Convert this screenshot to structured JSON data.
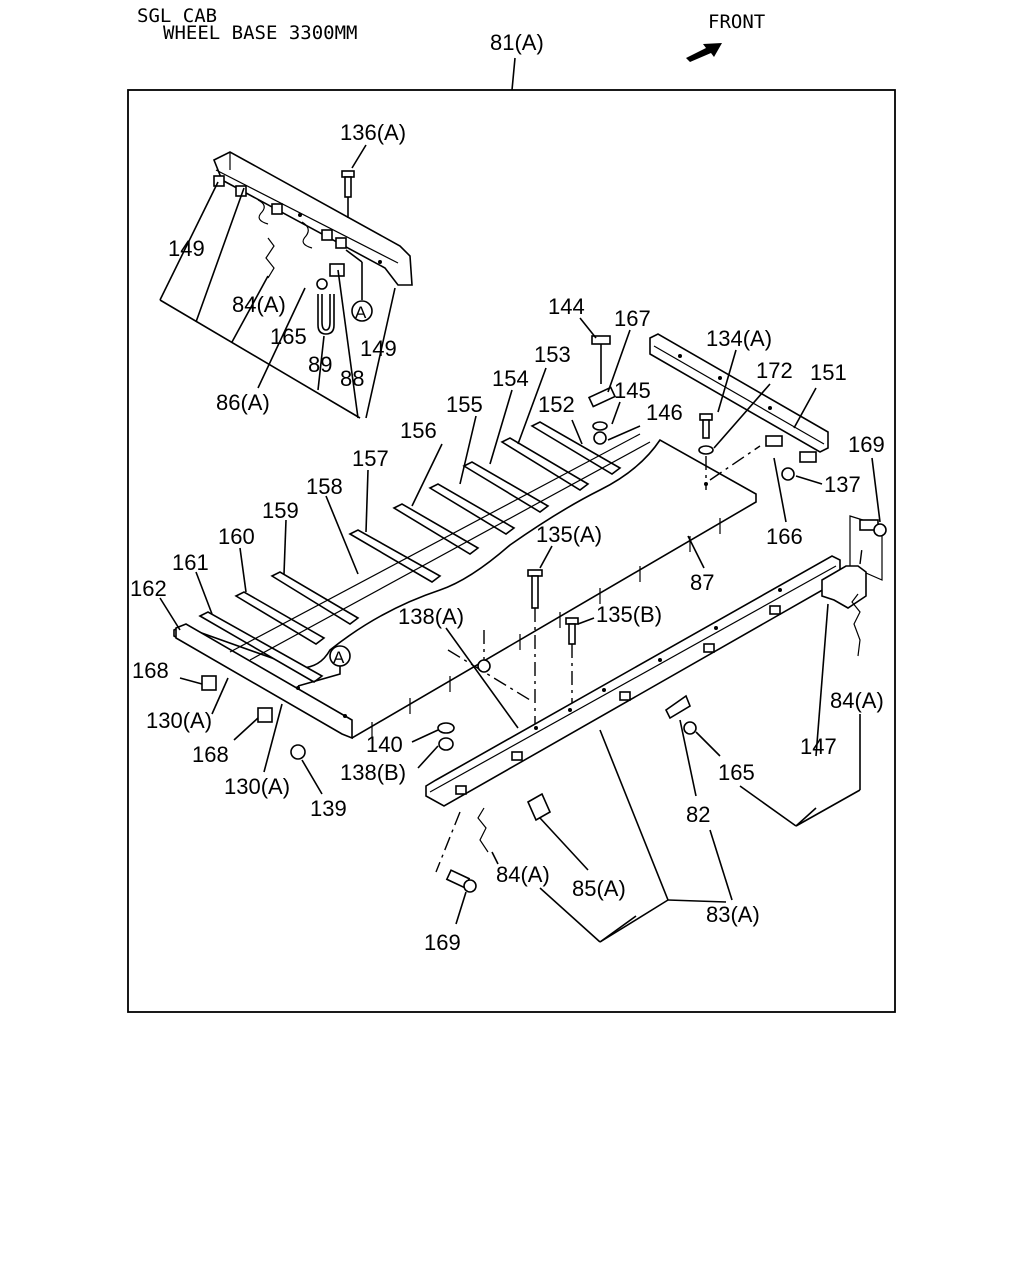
{
  "header": {
    "cab": "SGL CAB",
    "wheelbase": "WHEEL BASE 3300MM",
    "front": "FRONT",
    "assembly": "81(A)"
  },
  "callouts": {
    "c136a": "136(A)",
    "c149a": "149",
    "c149b": "149",
    "c84a_top": "84(A)",
    "c165_top": "165",
    "c89": "89",
    "c88": "88",
    "c86a": "86(A)",
    "circleA_top": "A",
    "c144": "144",
    "c167": "167",
    "c153": "153",
    "c145": "145",
    "c154": "154",
    "c152": "152",
    "c146": "146",
    "c155": "155",
    "c156": "156",
    "c157": "157",
    "c158": "158",
    "c159": "159",
    "c160": "160",
    "c161": "161",
    "c162": "162",
    "c134a": "134(A)",
    "c172": "172",
    "c151": "151",
    "c169_right": "169",
    "c137": "137",
    "c166": "166",
    "c87": "87",
    "c135a": "135(A)",
    "c135b": "135(B)",
    "c138a": "138(A)",
    "c138b": "138(B)",
    "c140": "140",
    "c139": "139",
    "circleA_mid": "A",
    "c168_top": "168",
    "c168_bot": "168",
    "c130a_top": "130(A)",
    "c130a_bot": "130(A)",
    "c84a_right": "84(A)",
    "c147": "147",
    "c165_bot": "165",
    "c82": "82",
    "c83a": "83(A)",
    "c84a_bot": "84(A)",
    "c85a": "85(A)",
    "c169_bot": "169"
  }
}
